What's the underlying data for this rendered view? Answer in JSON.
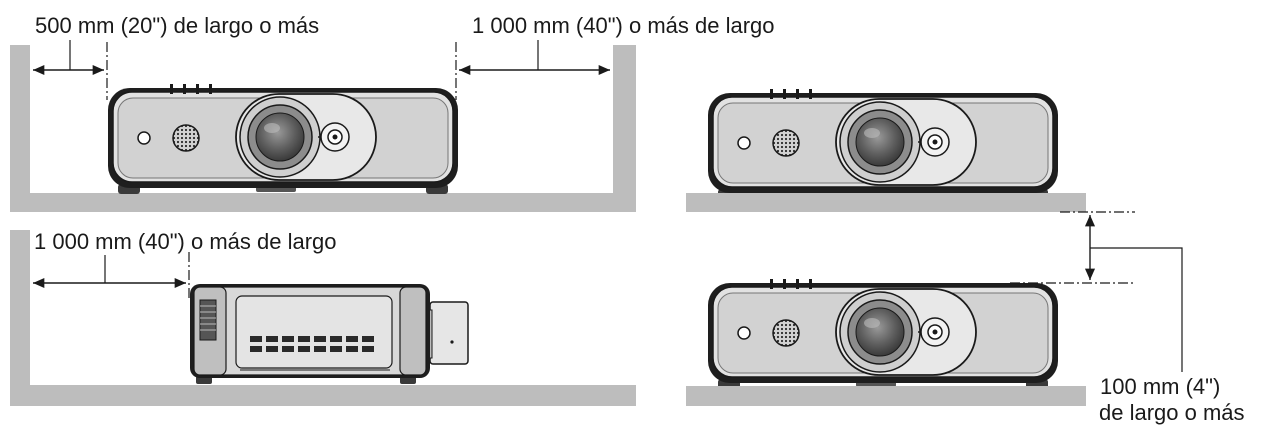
{
  "labels": {
    "front_clearance": "500 mm (20\") de largo o más",
    "rear_clearance": "1 000 mm (40\") o más de largo",
    "side_clearance": "1 000 mm (40\") o más de largo",
    "stack_gap_value": "100 mm (4\")",
    "stack_gap_suffix": "de largo o más"
  },
  "colors": {
    "wall": "#bdbdbd",
    "body": "#d9d9d9",
    "body_dark": "#9a9a9a",
    "outline": "#1a1a1a",
    "lens": "#6e6e6e"
  },
  "icons": {
    "projector_front": "projector-front-icon",
    "projector_side": "projector-side-icon"
  }
}
